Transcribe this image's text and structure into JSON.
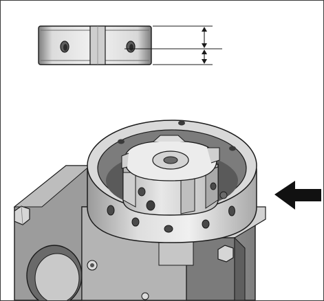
{
  "figure": {
    "description_icons": [
      "clamp-ring-part",
      "dimension-arrows",
      "coupling-housing",
      "insert-arrow"
    ],
    "colors": {
      "line": "#1a1a1a",
      "metal_light": "#e9e9e9",
      "metal_mid": "#c8c8c8",
      "metal_dark": "#8e8e8e",
      "metal_shadow": "#5d5d5d",
      "arrow": "#111111"
    }
  }
}
